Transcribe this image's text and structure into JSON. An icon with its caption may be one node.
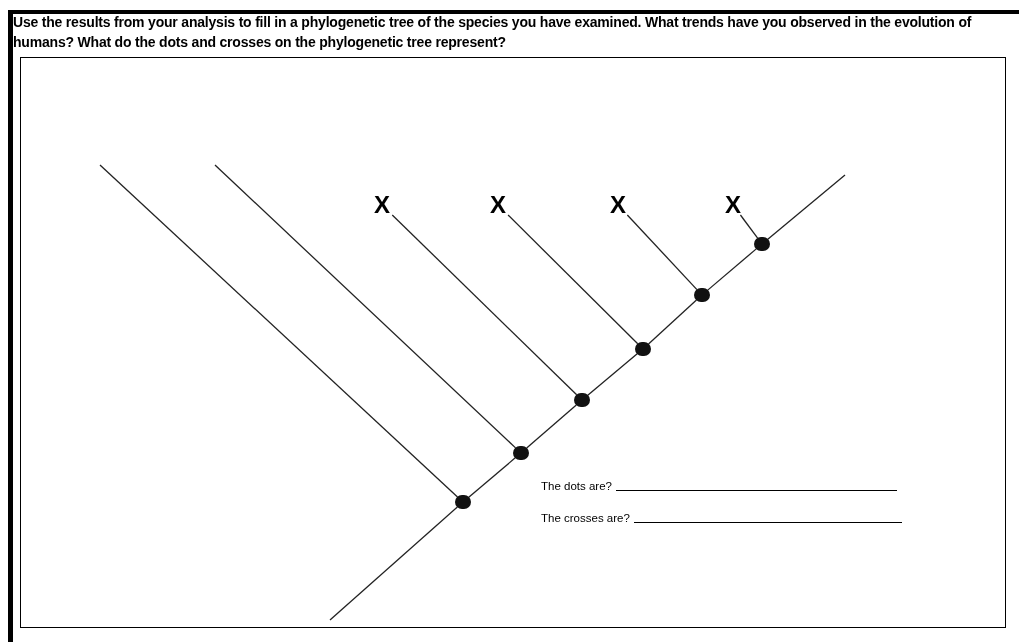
{
  "diagram": {
    "title": "Use the results from your analysis to fill in a phylogenetic tree of the species you have examined. What trends have you observed in the evolution of humans? What do the dots and crosses on the phylogenetic tree represent?",
    "nodes": [
      {
        "text": [],
        "shape": "circle"
      },
      {
        "text": [],
        "shape": "circle"
      },
      {
        "text": [],
        "shape": "circle"
      },
      {
        "text": [],
        "shape": "circle"
      },
      {
        "text": [],
        "shape": "circle"
      },
      {
        "text": [],
        "shape": "circle"
      },
      {
        "text": [
          "X"
        ]
      },
      {
        "text": [
          "X"
        ]
      },
      {
        "text": [
          "X"
        ]
      },
      {
        "text": [
          "X"
        ]
      }
    ],
    "edges": [
      {
        "from": null,
        "to": 0,
        "arrow": "none"
      },
      {
        "from": 0,
        "to": 1,
        "arrow": "none"
      },
      {
        "from": 1,
        "to": 2,
        "arrow": "none"
      },
      {
        "from": 2,
        "to": 3,
        "arrow": "none"
      },
      {
        "from": 3,
        "to": 4,
        "arrow": "none"
      },
      {
        "from": 4,
        "to": 5,
        "arrow": "none"
      },
      {
        "from": 5,
        "to": null,
        "arrow": "none"
      },
      {
        "from": 0,
        "to": null,
        "arrow": "none"
      },
      {
        "from": 1,
        "to": null,
        "arrow": "none"
      },
      {
        "from": 2,
        "to": 6,
        "arrow": "none"
      },
      {
        "from": 3,
        "to": 7,
        "arrow": "none"
      },
      {
        "from": 4,
        "to": 8,
        "arrow": "none"
      },
      {
        "from": 5,
        "to": 9,
        "arrow": "none"
      }
    ],
    "labels": [
      "The dots are?",
      "The crosses are?"
    ]
  }
}
